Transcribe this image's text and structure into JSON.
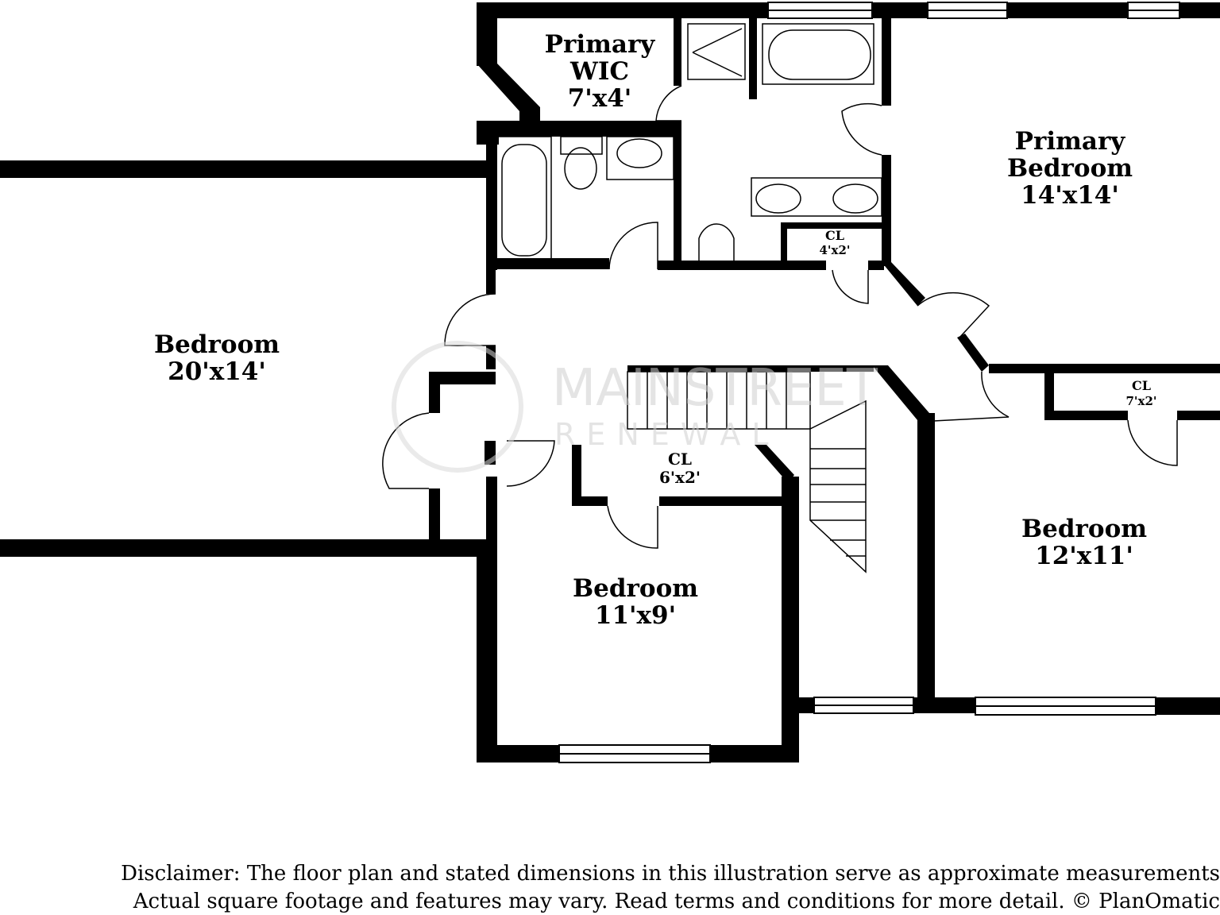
{
  "rooms": {
    "primary_wic": {
      "name_line1": "Primary",
      "name_line2": "WIC",
      "size": "7'x4'"
    },
    "primary_bedroom": {
      "name_line1": "Primary",
      "name_line2": "Bedroom",
      "size": "14'x14'"
    },
    "bedroom_large": {
      "name": "Bedroom",
      "size": "20'x14'"
    },
    "bedroom_small": {
      "name": "Bedroom",
      "size": "11'x9'"
    },
    "bedroom_right": {
      "name": "Bedroom",
      "size": "12'x11'"
    },
    "closet_primary": {
      "name": "CL",
      "size": "4'x2'"
    },
    "closet_hall": {
      "name": "CL",
      "size": "6'x2'"
    },
    "closet_right": {
      "name": "CL",
      "size": "7'x2'"
    }
  },
  "watermark": {
    "line1": "MAINSTREET",
    "line2": "RENEWAL"
  },
  "disclaimer": {
    "line1": "Disclaimer: The floor plan and stated dimensions in this illustration serve as approximate measurements",
    "line2": "Actual square footage and features may vary. Read terms and conditions for more detail. © PlanOmatic"
  },
  "colors": {
    "wall": "#000000",
    "background": "#ffffff",
    "watermark": "#cfcfcf"
  }
}
